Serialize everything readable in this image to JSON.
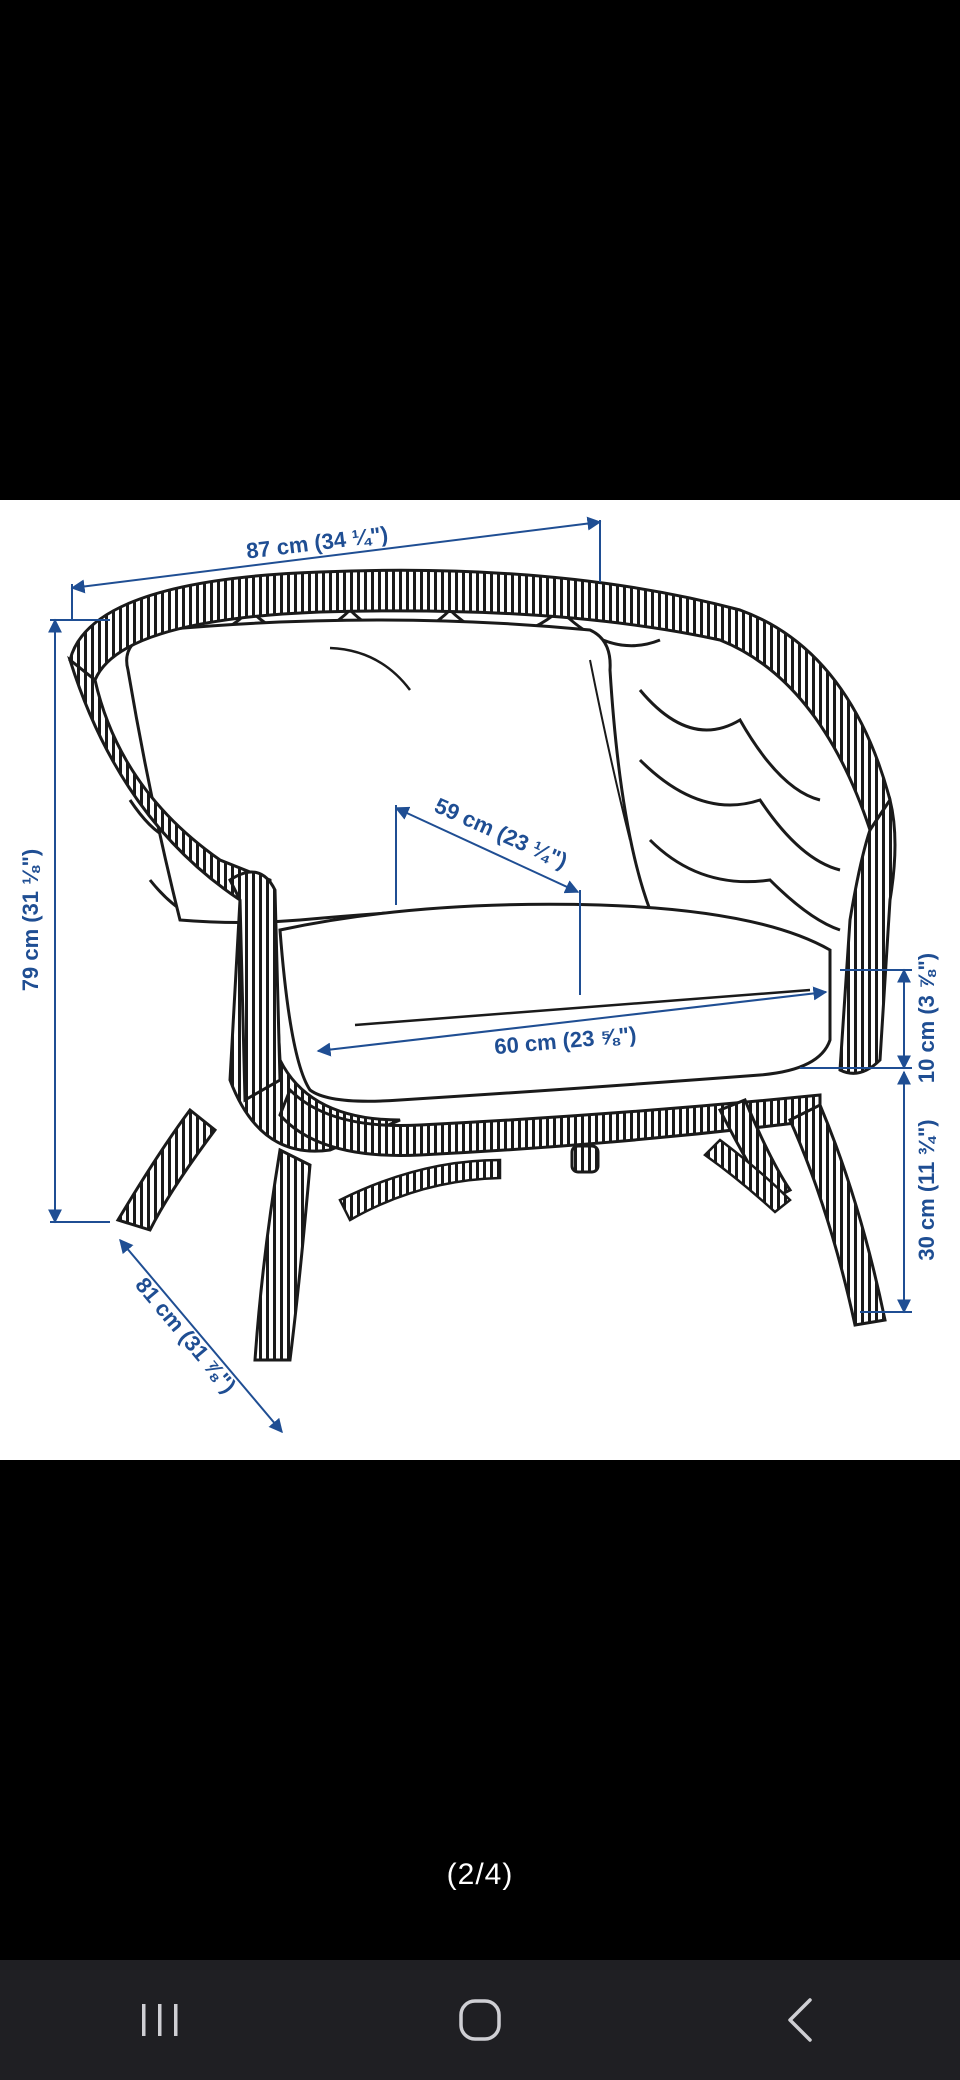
{
  "viewer": {
    "page_counter": "(2/4)"
  },
  "diagram": {
    "dimensions": {
      "width": "87 cm (34 ¼\")",
      "height": "79 cm (31 ⅛\")",
      "depth": "81 cm (31 ⅞\")",
      "seat_depth": "59 cm (23 ¼\")",
      "seat_width": "60 cm (23 ⅝\")",
      "seat_thickness": "10 cm (3 ⅞\")",
      "seat_height": "30 cm (11 ¾\")"
    },
    "colors": {
      "dimension": "#1f4e93",
      "line": "#1a1a1a"
    }
  },
  "nav": {
    "icons": [
      "recent-apps-icon",
      "home-icon",
      "back-icon"
    ]
  }
}
